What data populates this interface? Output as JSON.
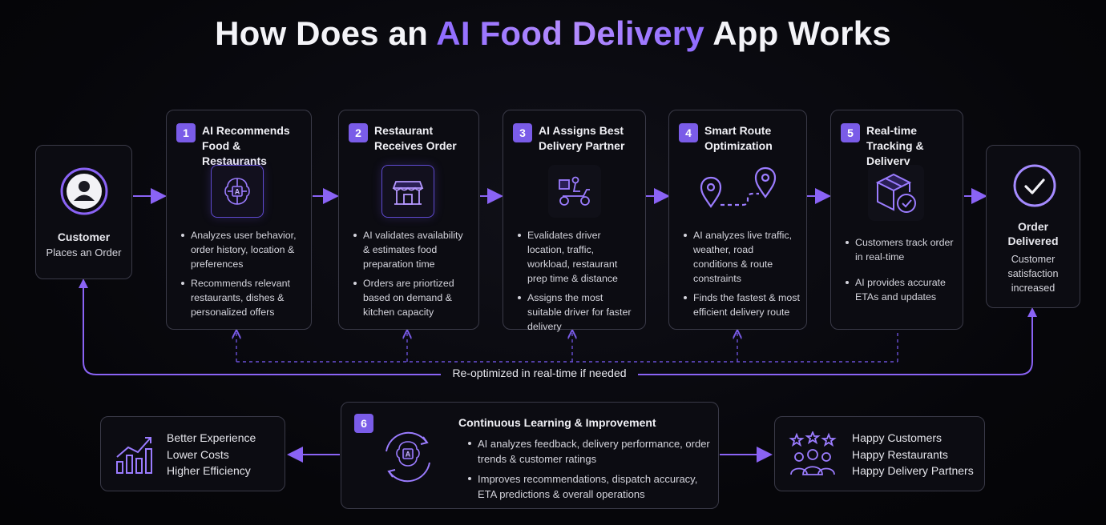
{
  "title": {
    "prefix": "How Does an",
    "accent": "AI Food Delivery",
    "suffix": "App Works"
  },
  "accent_color": "#8a63f5",
  "customer": {
    "icon": "user-icon",
    "title": "Customer",
    "subtitle": "Places an Order"
  },
  "steps": [
    {
      "number": "1",
      "title": "AI Recommends Food & Restaurants",
      "icon": "ai-brain-icon",
      "bullets": [
        "Analyzes user behavior, order history, location & preferences",
        "Recommends relevant restaurants, dishes & personalized offers"
      ]
    },
    {
      "number": "2",
      "title": "Restaurant Receives Order",
      "icon": "storefront-icon",
      "bullets": [
        "AI validates availability & estimates food preparation time",
        "Orders are priortized based on demand & kitchen capacity"
      ]
    },
    {
      "number": "3",
      "title": "AI Assigns Best Delivery Partner",
      "icon": "scooter-icon",
      "bullets": [
        "Evalidates driver location, traffic, workload, restaurant prep time & distance",
        "Assigns the most suitable driver for faster delivery"
      ]
    },
    {
      "number": "4",
      "title": "Smart Route Optimization",
      "icon": "route-pins-icon",
      "bullets": [
        "AI analyzes live traffic, weather, road conditions & route constraints",
        "Finds the fastest & most efficient delivery route"
      ]
    },
    {
      "number": "5",
      "title": "Real-time Tracking & Delivery",
      "icon": "package-check-icon",
      "bullets": [
        "Customers track order in real-time",
        "AI provides accurate ETAs and updates"
      ]
    }
  ],
  "delivered": {
    "icon": "check-circle-icon",
    "title": "Order Delivered",
    "subtitle": "Customer satisfaction increased"
  },
  "loop_label": "Re-optimized in real-time if needed",
  "learning": {
    "number": "6",
    "title": "Continuous Learning & Improvement",
    "icon": "ai-cycle-icon",
    "bullets": [
      "AI analyzes feedback, delivery performance, order trends & customer ratings",
      "Improves recommendations, dispatch accuracy, ETA predictions & overall operations"
    ]
  },
  "benefits_left": {
    "icon": "growth-chart-icon",
    "items": [
      "Better Experience",
      "Lower Costs",
      "Higher Efficiency"
    ]
  },
  "benefits_right": {
    "icon": "happy-people-stars-icon",
    "items": [
      "Happy Customers",
      "Happy Restaurants",
      "Happy Delivery Partners"
    ]
  }
}
